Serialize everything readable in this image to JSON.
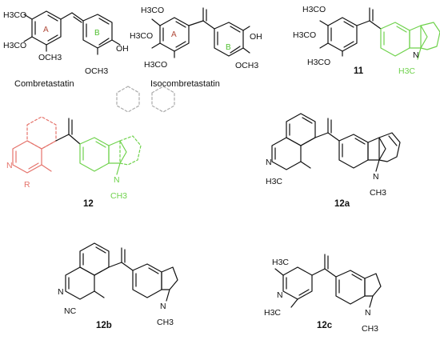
{
  "colors": {
    "ink": "#111111",
    "carbazole_green": "#6fd24c",
    "quinoline_red": "#e5736b",
    "ring_a": "#b04a3a",
    "ring_b": "#4fbf2f"
  },
  "labels": {
    "combretastatin": "Combretastatin",
    "isocombretastatin": "Isocombretastatin",
    "c11": "11",
    "c12": "12",
    "c12a": "12a",
    "c12b": "12b",
    "c12c": "12c"
  },
  "ring_labels": {
    "a": "A",
    "b": "B"
  },
  "atoms": {
    "h3co": "H3CO",
    "och3": "OCH3",
    "oh": "OH",
    "n": "N",
    "h3c": "H3C",
    "ch3": "CH3",
    "r": "R",
    "nc": "NC"
  }
}
